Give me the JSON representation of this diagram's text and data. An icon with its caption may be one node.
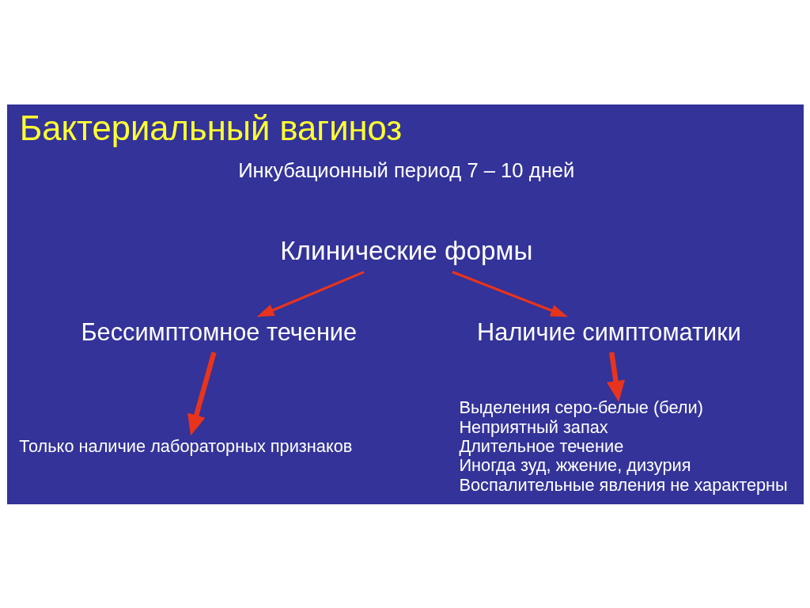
{
  "diagram": {
    "title": "Бактериальный вагиноз",
    "nodes": [
      {
        "text": [
          "Клинические формы"
        ]
      },
      {
        "text": [
          "Бессимптомное течение"
        ]
      },
      {
        "text": [
          "Наличие симптоматики"
        ]
      },
      {
        "text": [
          "Только наличие лабораторных признаков"
        ]
      },
      {
        "text": [
          "Выделения серо-белые (бели)",
          "Неприятный запах",
          "Длительное течение",
          "Иногда зуд, жжение, дизурия",
          "Воспалительные явления не характерны"
        ]
      }
    ],
    "edges": [
      {
        "from": 0,
        "to": 1,
        "arrow": "to"
      },
      {
        "from": 0,
        "to": 2,
        "arrow": "to"
      },
      {
        "from": 1,
        "to": 3,
        "arrow": "to",
        "style": "thick"
      },
      {
        "from": 2,
        "to": 4,
        "arrow": "to",
        "style": "thick"
      }
    ],
    "labels": [
      "Инкубационный период 7 – 10 дней"
    ]
  }
}
